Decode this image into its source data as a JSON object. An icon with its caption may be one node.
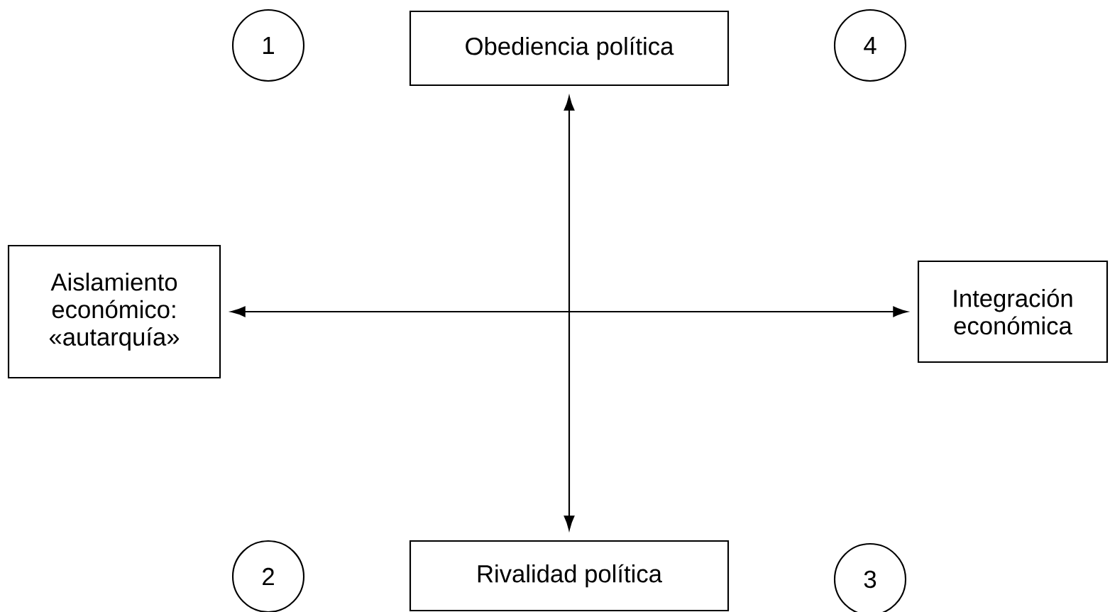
{
  "diagram": {
    "nodes": [
      {
        "text": [
          "1"
        ]
      },
      {
        "text": [
          "Obediencia política"
        ]
      },
      {
        "text": [
          "4"
        ]
      },
      {
        "text": [
          "Aislamiento económico: «autarquía»"
        ]
      },
      {
        "text": [
          "Integración económica"
        ]
      },
      {
        "text": [
          "2"
        ]
      },
      {
        "text": [
          "Rivalidad política"
        ]
      },
      {
        "text": [
          "3"
        ]
      }
    ],
    "edges": [
      {
        "from": 1,
        "to": 6,
        "arrow": "both"
      },
      {
        "from": 3,
        "to": 4,
        "arrow": "both"
      }
    ]
  }
}
